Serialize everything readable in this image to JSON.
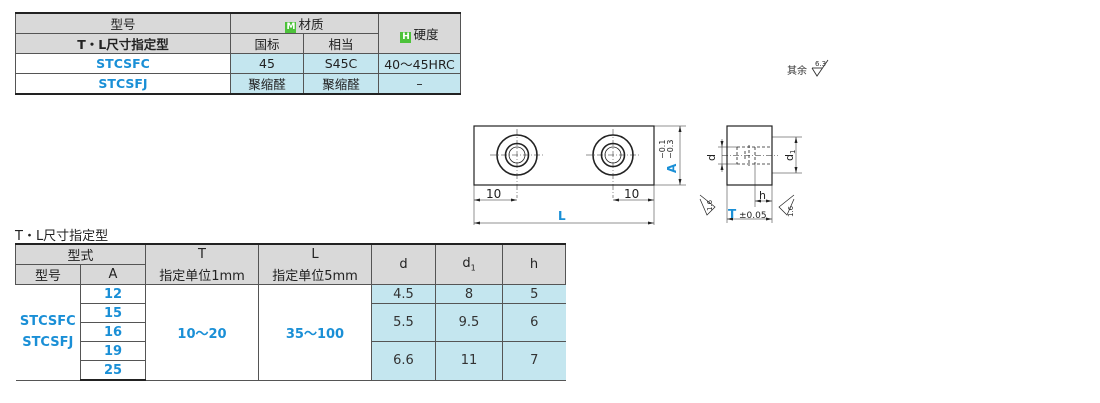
{
  "material_table": {
    "col_model": "型号",
    "col_material": "材质",
    "col_hardness": "硬度",
    "tag_m": "M",
    "tag_h": "H",
    "sub_label": "T・L尺寸指定型",
    "sub_gb": "国标",
    "sub_equiv": "相当",
    "rows": [
      {
        "model": "STCSFC",
        "gb": "45",
        "equiv": "S45C",
        "hardness": "40～45HRC"
      },
      {
        "model": "STCSFJ",
        "gb": "聚缩醛",
        "equiv": "聚缩醛",
        "hardness": "–"
      }
    ]
  },
  "roughness_note": {
    "text": "其余",
    "value": "6.3"
  },
  "drawing": {
    "dim_10_left": "10",
    "dim_10_right": "10",
    "dim_L": "L",
    "dim_A": "A",
    "tol_A_upper": "−0.1",
    "tol_A_lower": "−0.3",
    "dim_d": "d",
    "dim_d1": "d",
    "dim_d1_sub": "1",
    "dim_h": "h",
    "dim_T": "T",
    "tol_T": "±0.05",
    "rough_1": "1.6",
    "rough_2": "1.6"
  },
  "dim_section_title": "T・L尺寸指定型",
  "dim_table": {
    "h_type": "型式",
    "h_model": "型号",
    "h_A": "A",
    "h_T": "T",
    "h_T_sub": "指定单位1mm",
    "h_L": "L",
    "h_L_sub": "指定单位5mm",
    "h_d": "d",
    "h_d1": "d",
    "h_d1_sub": "1",
    "h_h": "h",
    "models": [
      "STCSFC",
      "STCSFJ"
    ],
    "A_values": [
      "12",
      "15",
      "16",
      "19",
      "25"
    ],
    "T_range": "10～20",
    "L_range": "35～100",
    "groups": [
      {
        "d": "4.5",
        "d1": "8",
        "h": "5"
      },
      {
        "d": "5.5",
        "d1": "9.5",
        "h": "6"
      },
      {
        "d": "6.6",
        "d1": "11",
        "h": "7"
      }
    ]
  }
}
